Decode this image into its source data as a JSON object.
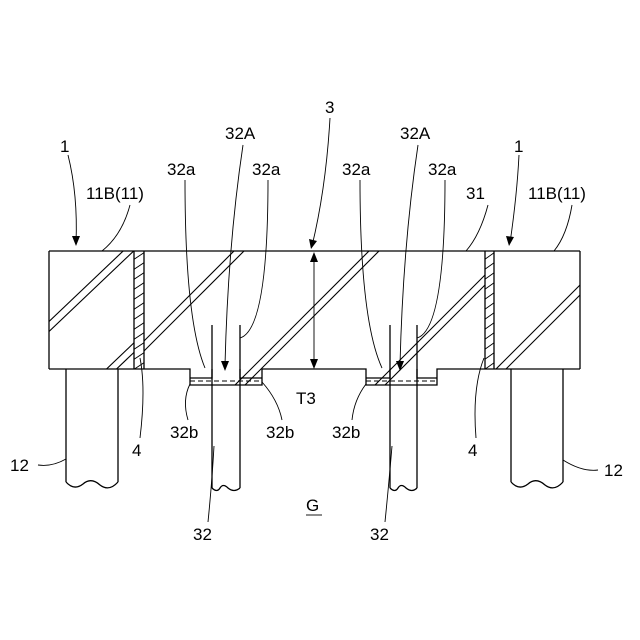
{
  "figure": {
    "labels": {
      "ref_1_left": "1",
      "ref_1_right": "1",
      "ref_3": "3",
      "ref_32A_left": "32A",
      "ref_32A_right": "32A",
      "ref_32a_1": "32a",
      "ref_32a_2": "32a",
      "ref_32a_3": "32a",
      "ref_32a_4": "32a",
      "ref_11B_left": "11B(11)",
      "ref_11B_right": "11B(11)",
      "ref_31": "31",
      "ref_T3": "T3",
      "ref_32b_1": "32b",
      "ref_32b_2": "32b",
      "ref_32b_3": "32b",
      "ref_4_left": "4",
      "ref_4_right": "4",
      "ref_12_left": "12",
      "ref_12_right": "12",
      "ref_32_left": "32",
      "ref_32_right": "32",
      "ref_G": "G"
    }
  }
}
